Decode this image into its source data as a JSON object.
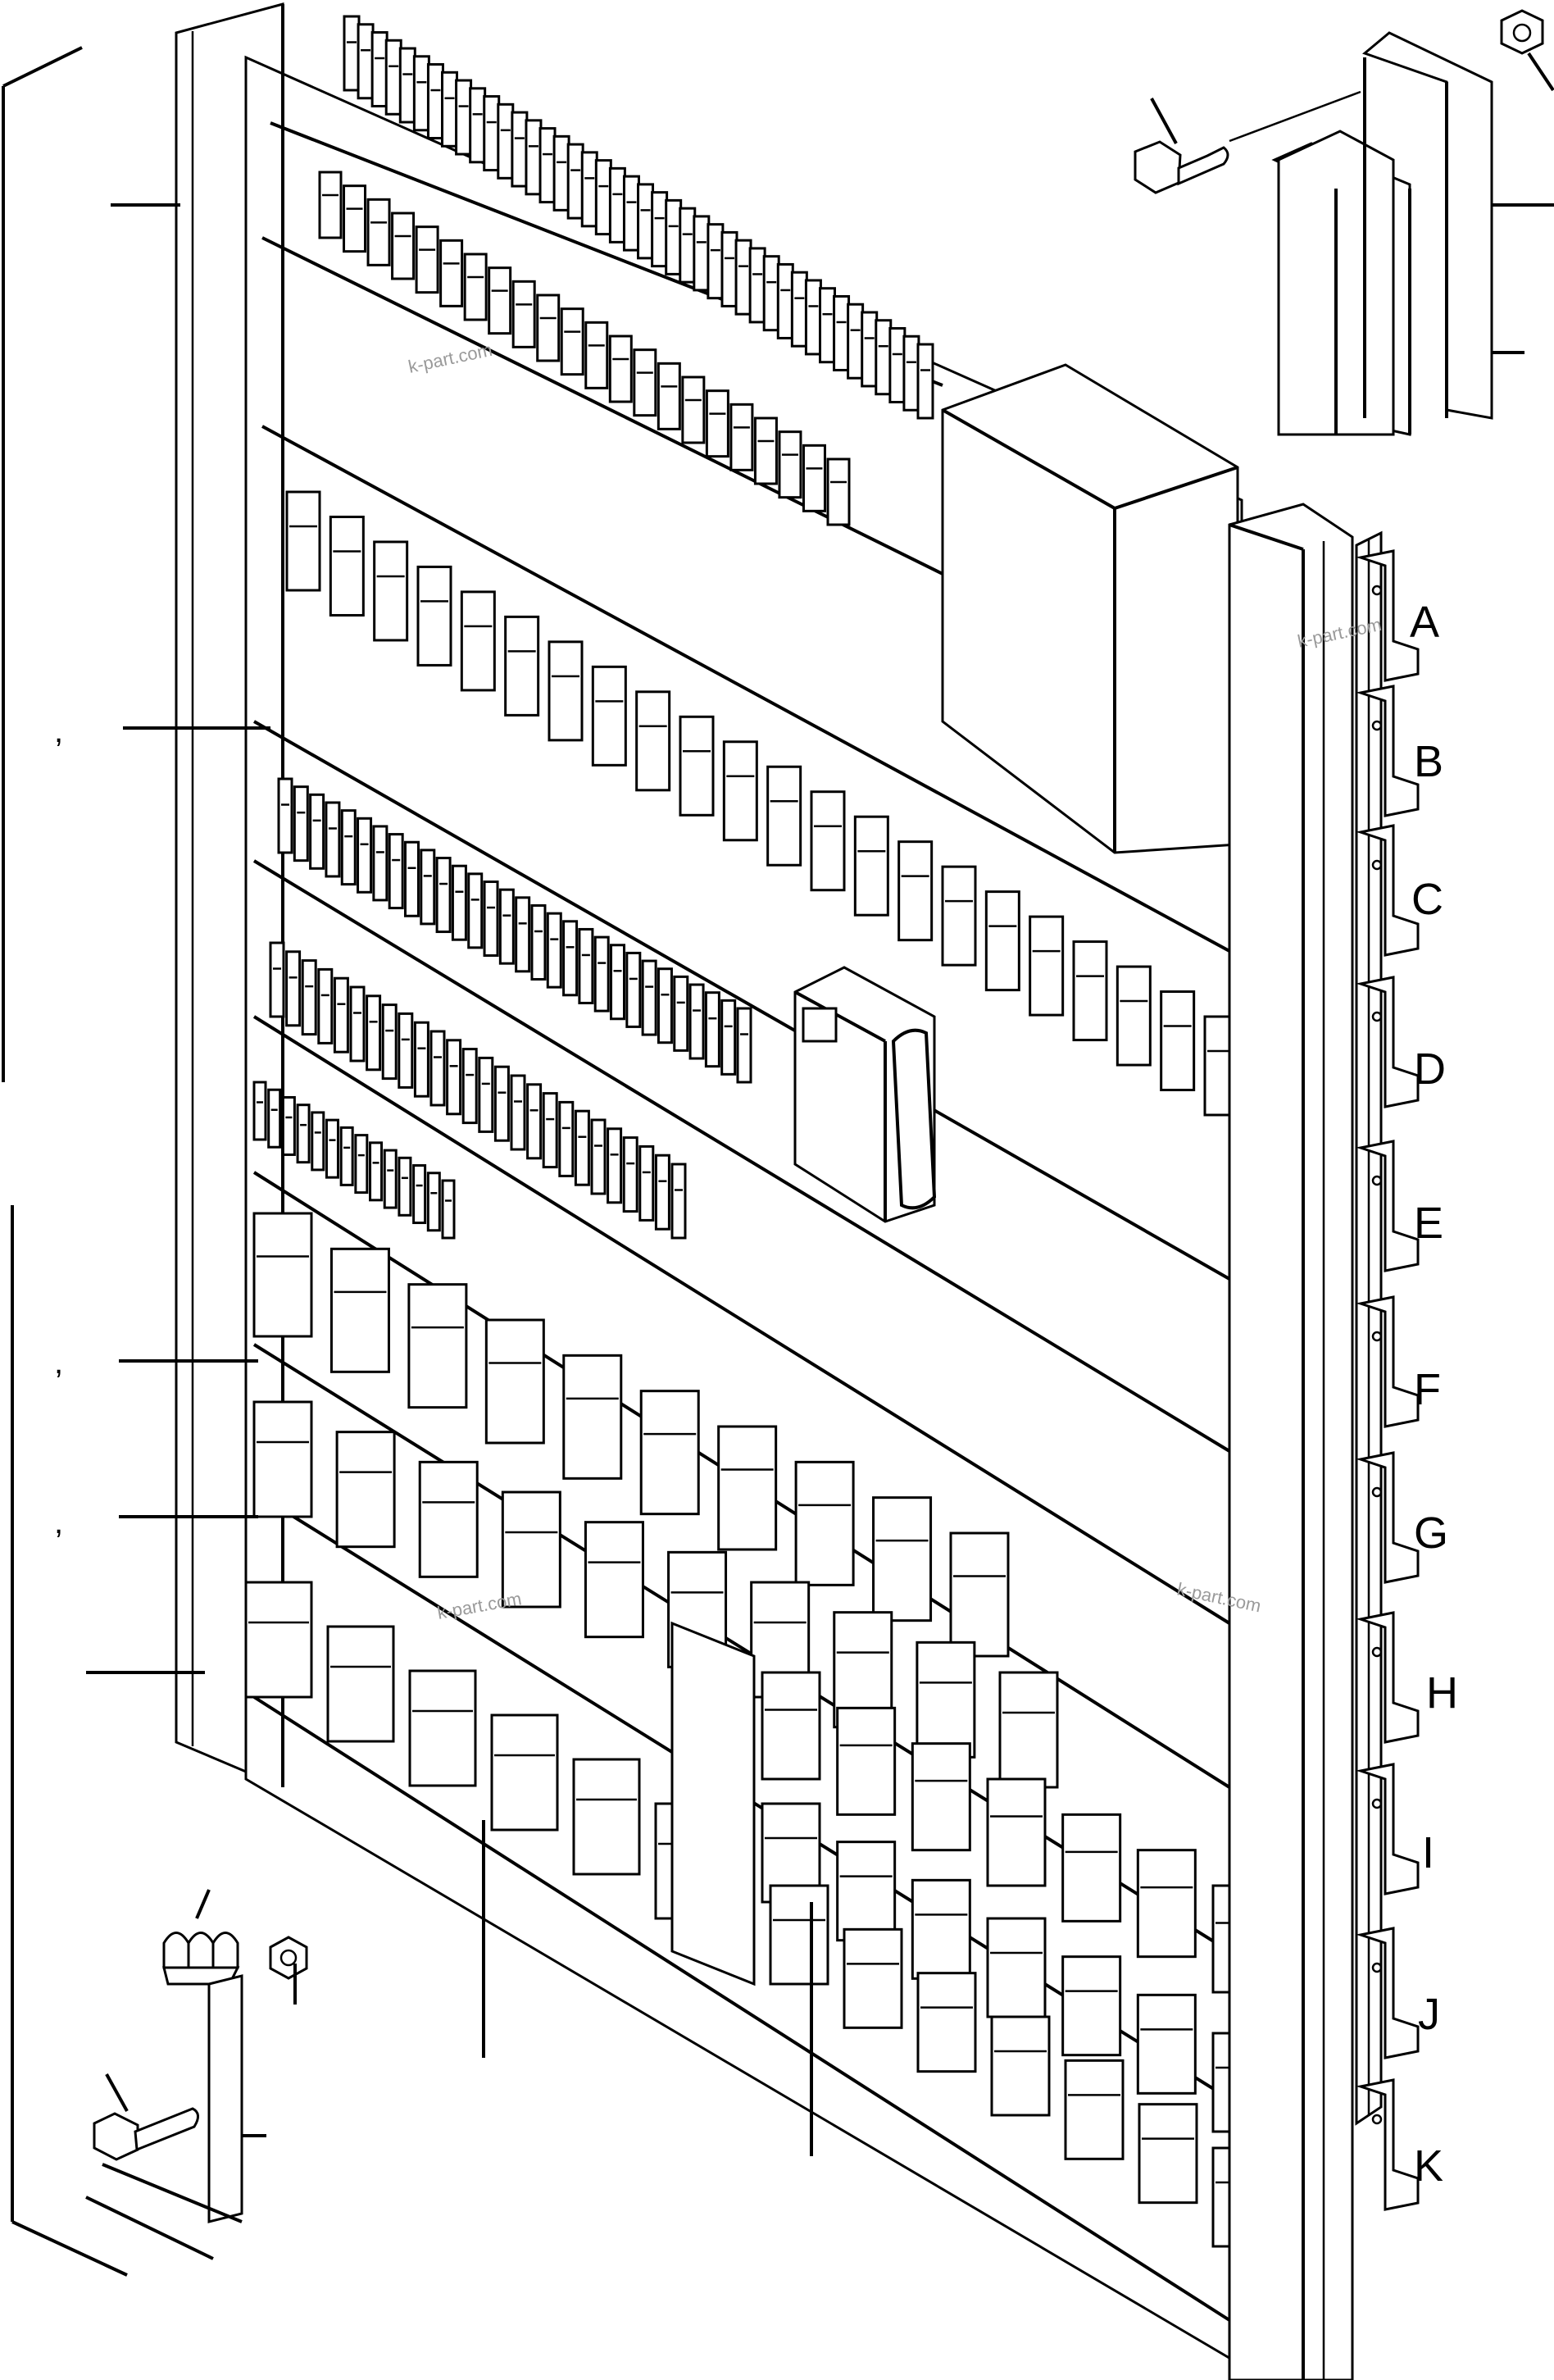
{
  "rail_labels": [
    "A",
    "B",
    "C",
    "D",
    "E",
    "F",
    "G",
    "H",
    "I",
    "J",
    "K"
  ],
  "callout_marks": [
    ",",
    ",",
    ","
  ],
  "watermarks": [
    "k-part.com",
    "k-part.com",
    "k-part.com",
    "k-part.com"
  ],
  "line_color": "#000000",
  "background_color": "#ffffff"
}
